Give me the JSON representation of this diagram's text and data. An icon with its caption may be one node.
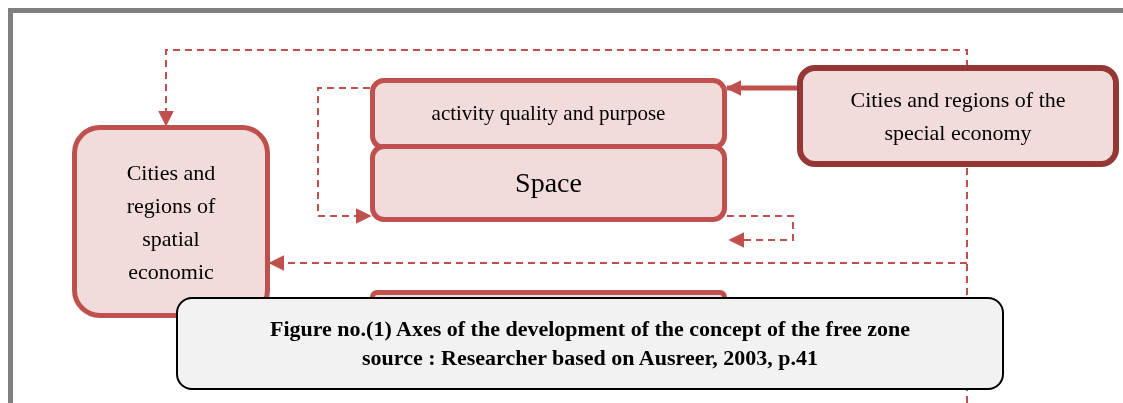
{
  "diagram": {
    "caption": "Figure no.(1) Axes of the development of the concept of the free zone",
    "nodes": [
      {
        "text": [
          "Cities and regions of spatial economic"
        ]
      },
      {
        "text": [
          "activity quality and purpose"
        ]
      },
      {
        "text": [
          "Space"
        ]
      },
      {
        "text": [
          "Cities and regions of the special economy"
        ]
      },
      {
        "text": [],
        "shape": "box"
      }
    ],
    "edges": [
      {
        "from": 3,
        "to": 1,
        "arrow": "to",
        "style": "thick"
      },
      {
        "from": 1,
        "to": 2,
        "arrow": "to",
        "style": "dashed"
      },
      {
        "from": 2,
        "to": null,
        "arrow": "to",
        "style": "dashed"
      },
      {
        "from": null,
        "to": 0,
        "arrow": "to",
        "style": "dashed"
      },
      {
        "from": null,
        "to": 0,
        "arrow": "to",
        "style": "dashed"
      }
    ],
    "labels": [
      "source : Researcher based on Ausreer, 2003, p.41"
    ]
  }
}
